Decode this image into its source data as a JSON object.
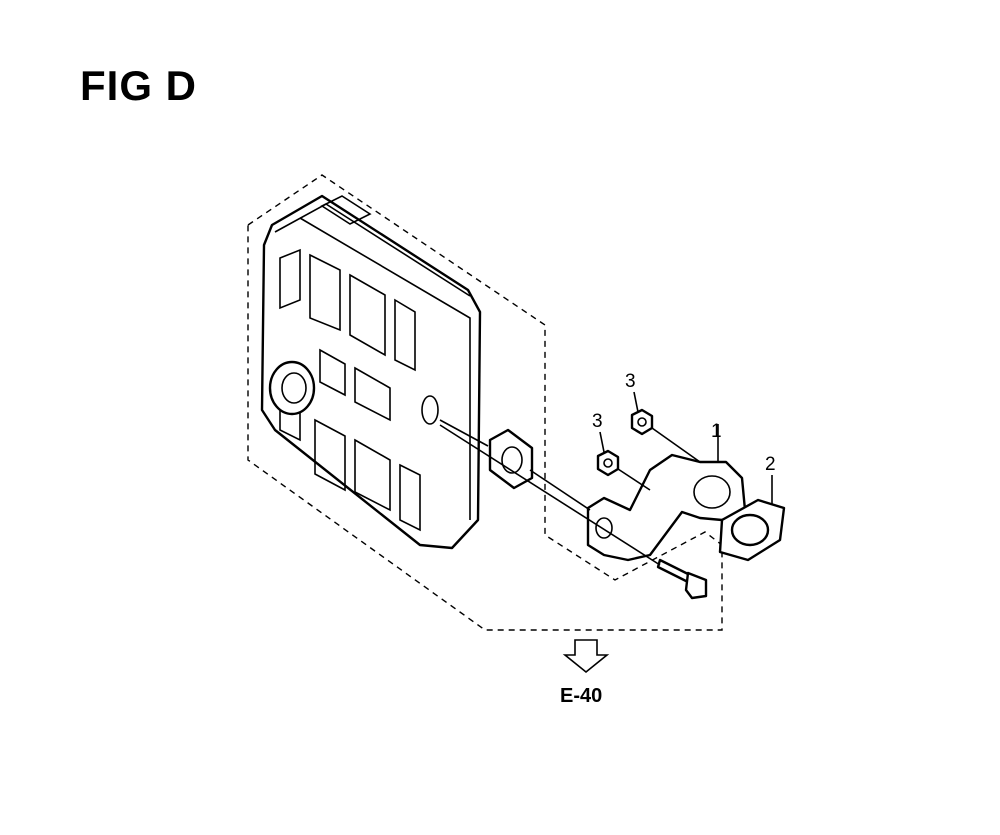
{
  "figure": {
    "title": "FIG D"
  },
  "callouts": {
    "part_1": "1",
    "part_2": "2",
    "part_3_upper": "3",
    "part_3_lower": "3"
  },
  "reference": {
    "label": "E-40"
  }
}
